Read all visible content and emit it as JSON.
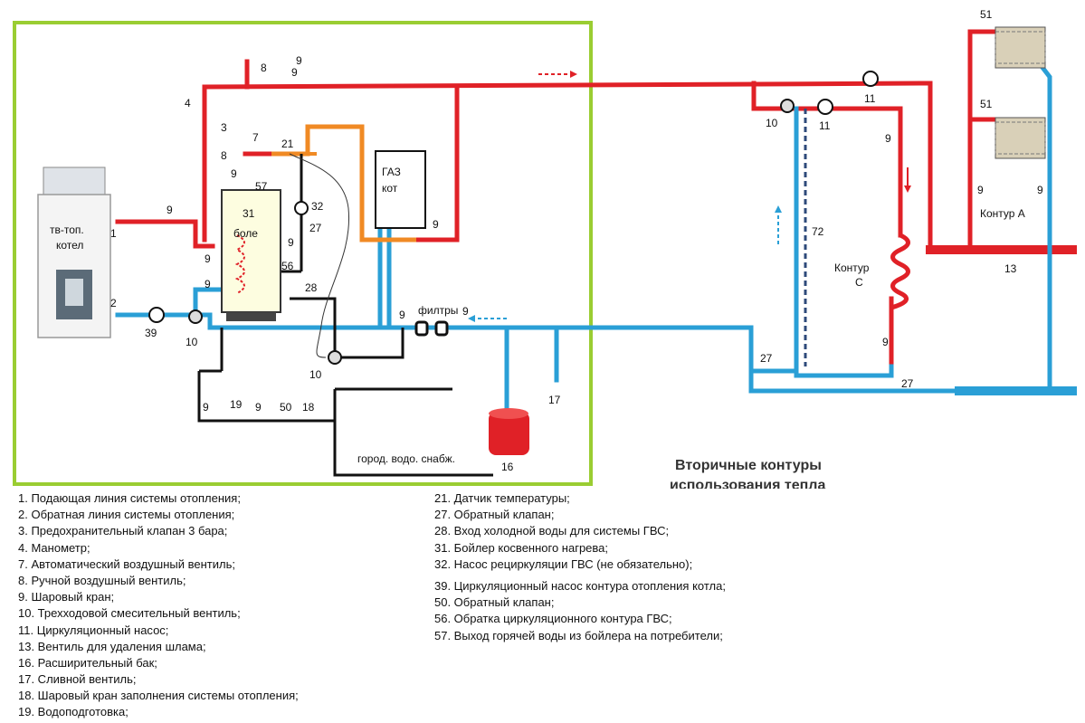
{
  "labels": {
    "tt_boiler": [
      "тв-топ.",
      "котел"
    ],
    "gas_boiler": [
      "ГАЗ",
      "кот"
    ],
    "indirect_boiler": [
      "31",
      "боле"
    ],
    "filters": "филтры",
    "city_water": "город. водо. снабж.",
    "circuit_a": "Контур А",
    "circuit_c": [
      "Контур",
      "С"
    ],
    "secondary_title": [
      "Вторичные контуры",
      "использования тепла"
    ]
  },
  "numbers": {
    "n1": "1",
    "n2": "2",
    "n3": "3",
    "n4": "4",
    "n7": "7",
    "n8": "8",
    "n9": "9",
    "n10": "10",
    "n11": "11",
    "n13": "13",
    "n16": "16",
    "n17": "17",
    "n18": "18",
    "n19": "19",
    "n21": "21",
    "n27": "27",
    "n28": "28",
    "n32": "32",
    "n39": "39",
    "n50": "50",
    "n51": "51",
    "n56": "56",
    "n57": "57",
    "n72": "72"
  },
  "legend_left": [
    "1. Подающая линия системы отопления;",
    "2. Обратная линия системы отопления;",
    "3. Предохранительный клапан 3 бара;",
    "4. Манометр;",
    "7. Автоматический воздушный вентиль;",
    "8. Ручной воздушный вентиль;",
    "9. Шаровый кран;",
    "10. Трехходовой смесительный вентиль;",
    "11. Циркуляционный насос;",
    "13. Вентиль для удаления шлама;",
    "16. Расширительный бак;",
    "17. Сливной вентиль;",
    "18. Шаровый кран заполнения системы отопления;",
    "19. Водоподготовка;"
  ],
  "legend_right": [
    "21. Датчик температуры;",
    "27. Обратный клапан;",
    "28. Вход холодной воды для системы ГВС;",
    "31. Бойлер косвенного нагрева;",
    "32. Насос рециркуляции ГВС (не обязательно);",
    "39. Циркуляционный насос контура отопления котла;",
    "50. Обратный клапан;",
    "56. Обратка циркуляционного контура ГВС;",
    "57. Выход горячей воды из бойлера на потребители;"
  ],
  "colors": {
    "supply": "#e02127",
    "return": "#2a9fd6",
    "dhw": "#f08a24",
    "frame": "#9acd32",
    "cold": "#111111"
  }
}
